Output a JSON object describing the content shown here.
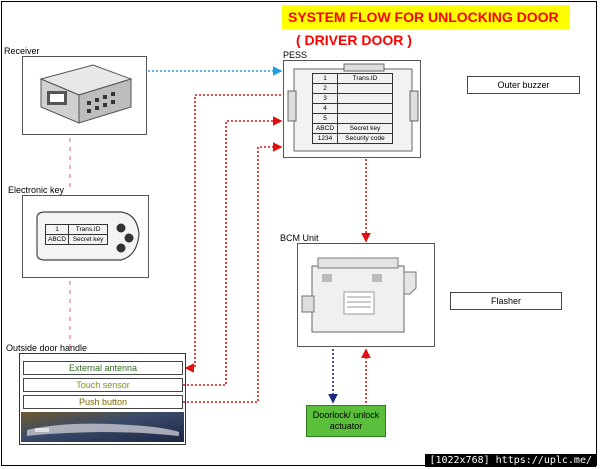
{
  "title": "SYSTEM FLOW FOR UNLOCKING DOOR",
  "subtitle": "( DRIVER DOOR )",
  "receiver": {
    "label": "Receiver"
  },
  "electronic_key": {
    "label": "Electronic key",
    "cells": [
      "1",
      "Trans.ID",
      "ABCD",
      "Secret key"
    ]
  },
  "pess": {
    "label": "PESS",
    "rows": [
      [
        "1",
        "Trans.ID"
      ],
      [
        "2",
        ""
      ],
      [
        "3",
        ""
      ],
      [
        "4",
        ""
      ],
      [
        "5",
        ""
      ],
      [
        "ABCD",
        "Secret key"
      ],
      [
        "1234",
        "Security code"
      ]
    ]
  },
  "outer_buzzer": "Outer buzzer",
  "bcm": {
    "label": "BCM Unit"
  },
  "flasher": "Flasher",
  "door_handle": {
    "label": "Outside door handle",
    "external_antenna": "External antenna",
    "touch_sensor": "Touch    sensor",
    "push_button": "Push button"
  },
  "actuator": {
    "line1": "Doorlock/ unlock",
    "line2": "actuator"
  },
  "watermark": "[1022x768] https://uplc.me/",
  "colors": {
    "title_bg": "#ffff00",
    "title_text": "#ff0000",
    "arrow_blue": "#1ea0e0",
    "arrow_red": "#e01010",
    "arrow_navy": "#1a2a7a",
    "antenna_text": "#2f6e1e",
    "sensor_text": "#8a8a1a",
    "button_text": "#7a6a00",
    "actuator_bg": "#5bbf3c"
  }
}
